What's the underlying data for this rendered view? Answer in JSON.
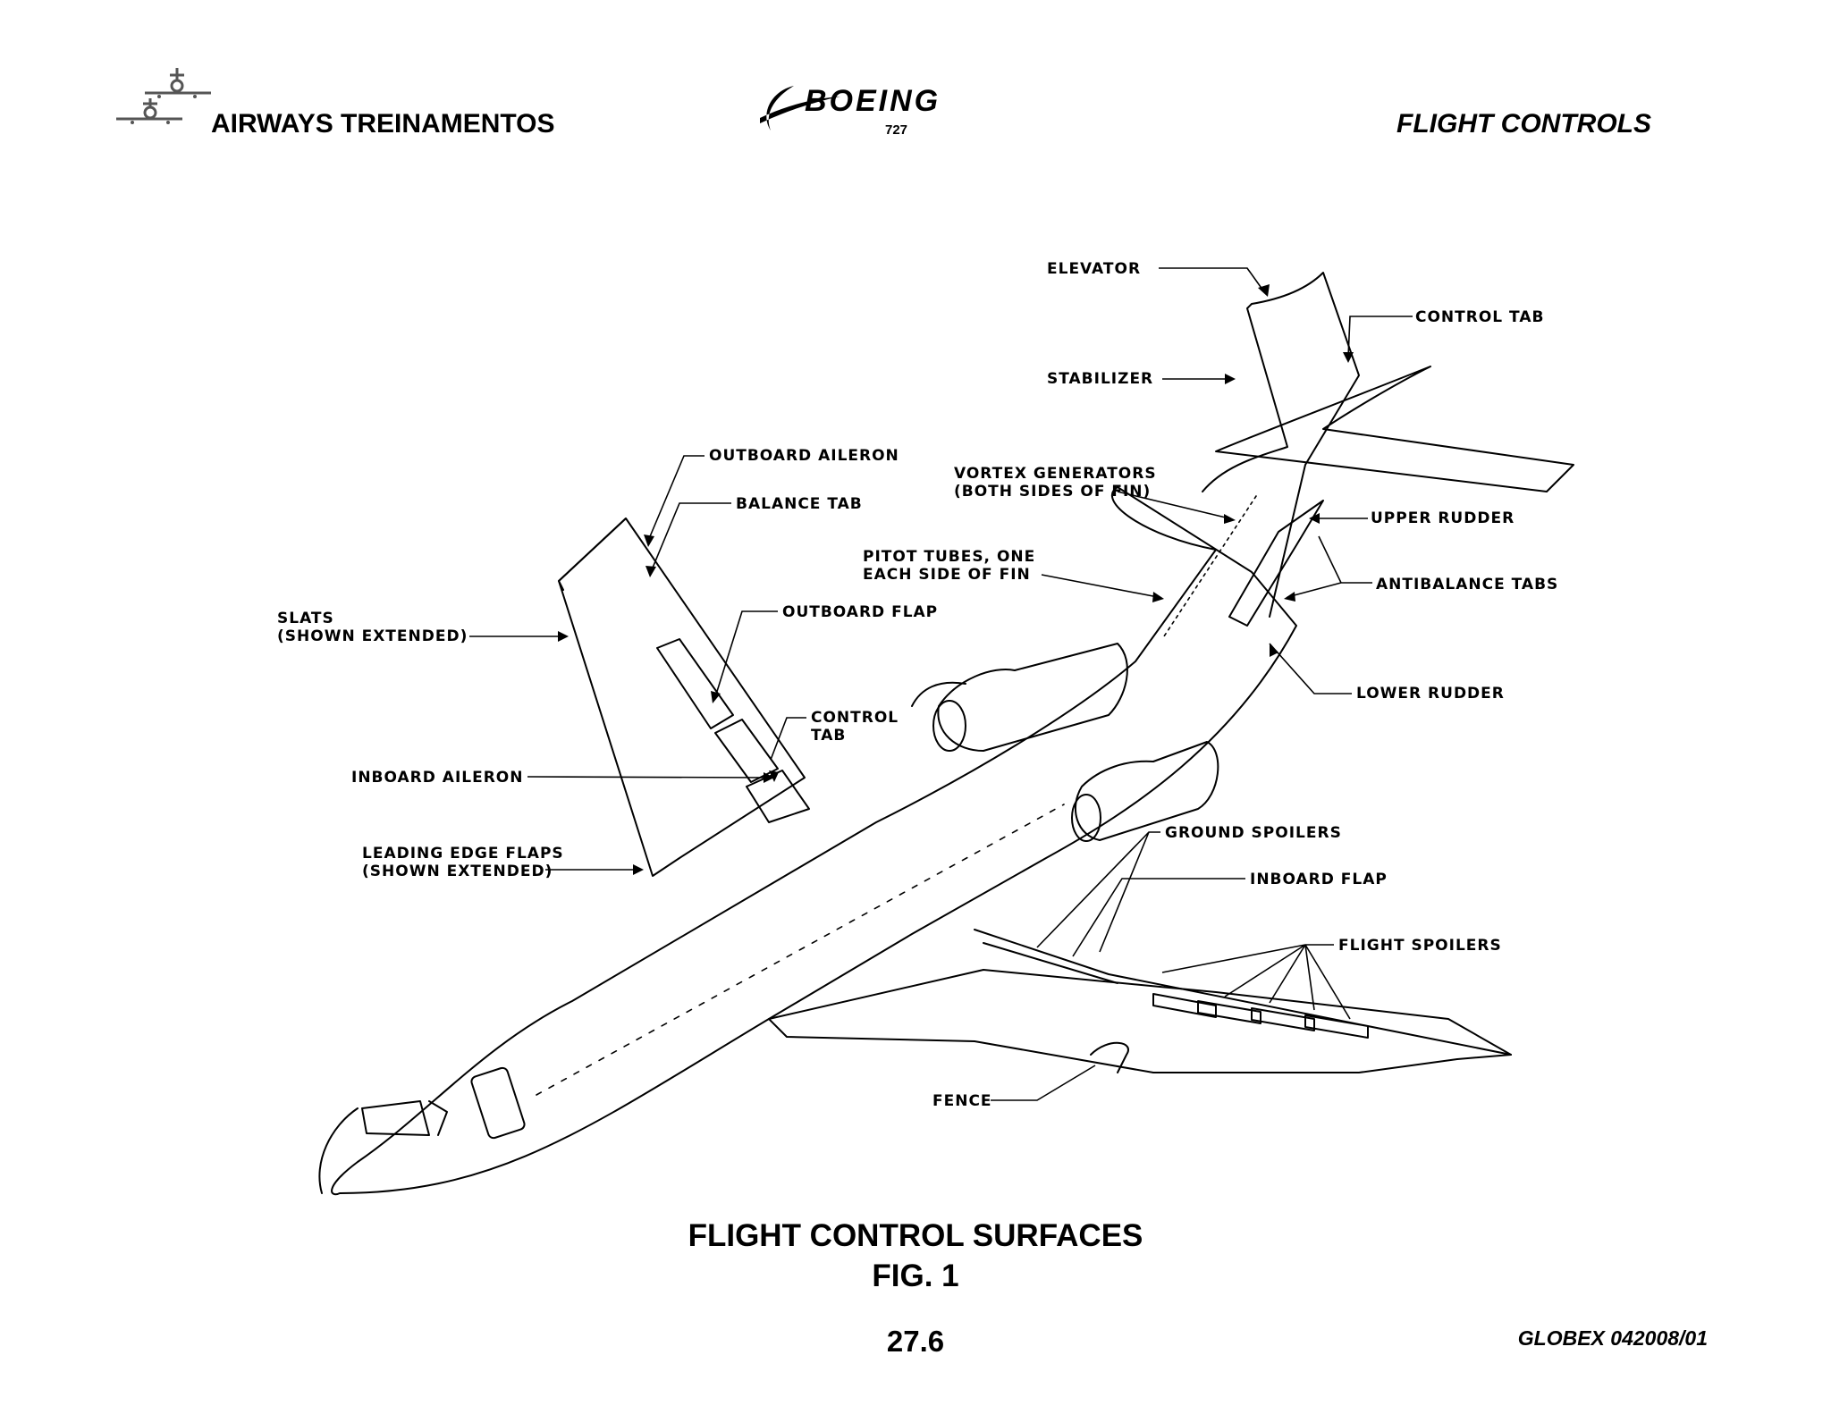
{
  "header": {
    "company": "AIRWAYS  TREINAMENTOS",
    "logo_brand": "BOEING",
    "logo_model": "727",
    "section": "FLIGHT CONTROLS"
  },
  "diagram": {
    "labels": {
      "elevator": "ELEVATOR",
      "control_tab_tail": "CONTROL TAB",
      "stabilizer": "STABILIZER",
      "outboard_aileron": "OUTBOARD AILERON",
      "balance_tab": "BALANCE TAB",
      "vortex_line1": "VORTEX GENERATORS",
      "vortex_line2": "(BOTH SIDES OF FIN)",
      "upper_rudder": "UPPER RUDDER",
      "pitot_line1": "PITOT TUBES, ONE",
      "pitot_line2": "EACH SIDE OF FIN",
      "antibalance_tabs": "ANTIBALANCE TABS",
      "slats_line1": "SLATS",
      "slats_line2": "(SHOWN EXTENDED)",
      "outboard_flap": "OUTBOARD FLAP",
      "lower_rudder": "LOWER RUDDER",
      "control_tab_wing_line1": "CONTROL",
      "control_tab_wing_line2": "TAB",
      "inboard_aileron": "INBOARD AILERON",
      "ground_spoilers": "GROUND SPOILERS",
      "lef_line1": "LEADING EDGE FLAPS",
      "lef_line2": "(SHOWN EXTENDED)",
      "inboard_flap": "INBOARD FLAP",
      "flight_spoilers": "FLIGHT SPOILERS",
      "fence": "FENCE"
    }
  },
  "caption": {
    "title": "FLIGHT CONTROL SURFACES",
    "figure": "FIG. 1"
  },
  "footer": {
    "page_number": "27.6",
    "doc_code": "GLOBEX 042008/01"
  }
}
